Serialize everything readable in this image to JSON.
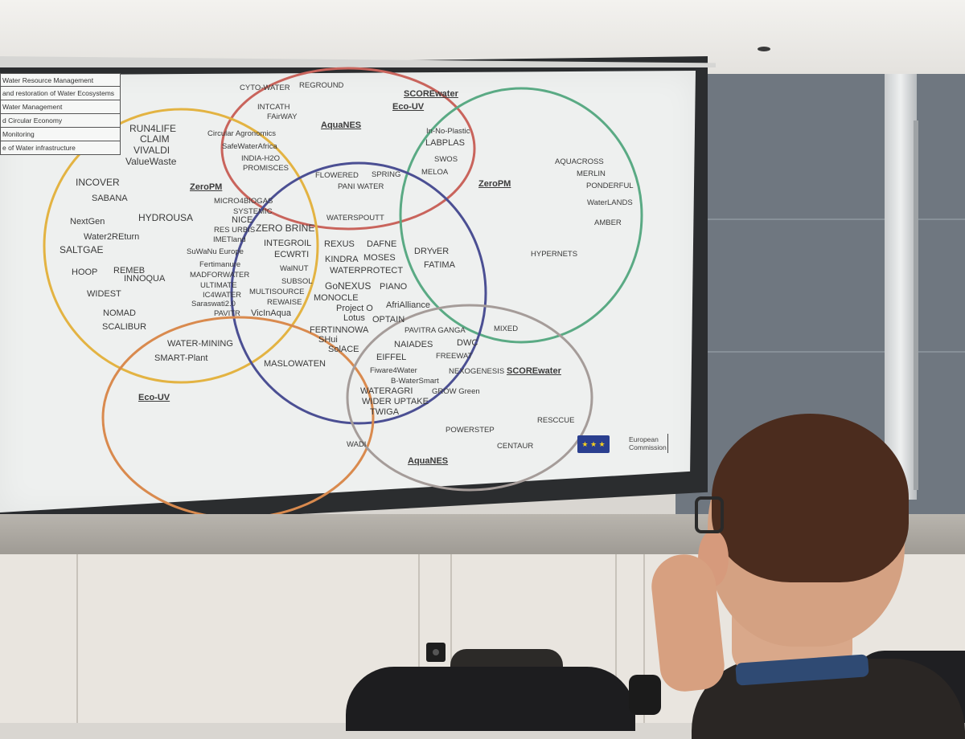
{
  "legend": [
    "Water Resource Management",
    "and restoration of Water Ecosystems",
    "Water Management",
    "d Circular Economy",
    "Monitoring",
    "e of Water infrastructure"
  ],
  "colors": {
    "red_circle": "#c9645c",
    "yellow_circle": "#e3b342",
    "green_circle": "#5aaa84",
    "blue_circle": "#4b4f93",
    "orange_circle": "#d98a4e",
    "grey_circle": "#a59c99"
  },
  "projects": [
    "CYTO-WATER",
    "REGROUND",
    "SCOREwater",
    "INTCATH",
    "FAirWAY",
    "Eco-UV",
    "AquaNES",
    "RUN4LIFE",
    "CLAIM",
    "VIVALDI",
    "ValueWaste",
    "Circular Agronomics",
    "SafeWaterAfrica",
    "INDIA-H2O",
    "PROMISCES",
    "In-No-Plastic",
    "LABPLAS",
    "SWOS",
    "MELOA",
    "ZeroPM",
    "INCOVER",
    "SABANA",
    "ZeroPM",
    "FLOWERED",
    "SPRING",
    "PANI WATER",
    "MICRO4BIOGAS",
    "SYSTEMIC",
    "NICE",
    "AQUACROSS",
    "MERLIN",
    "PONDERFUL",
    "WaterLANDS",
    "AMBER",
    "NextGen",
    "HYDROUSA",
    "WATERSPOUTT",
    "RES URBIS",
    "ZERO BRINE",
    "IMETland",
    "Water2REturn",
    "INTEGROIL",
    "REXUS",
    "DAFNE",
    "SALTGAE",
    "SuWaNu Europe",
    "ECWRTI",
    "KINDRA",
    "MOSES",
    "DRYvER",
    "FATIMA",
    "HYPERNETS",
    "Fertimanure",
    "WalNUT",
    "WATERPROTECT",
    "HOOP",
    "REMEB",
    "MADFORWATER",
    "SUBSOL",
    "INNOQUA",
    "ULTIMATE",
    "GoNEXUS",
    "PIANO",
    "IC4WATER",
    "MULTISOURCE",
    "WIDEST",
    "MONOCLE",
    "Saraswati2.0",
    "REWAISE",
    "Project O",
    "AfriAlliance",
    "NOMAD",
    "PAVITR",
    "VicInAqua",
    "Lotus",
    "OPTAIN",
    "SCALIBUR",
    "FERTINNOWA",
    "PAVITRA GANGA",
    "MIXED",
    "SHui",
    "WATER-MINING",
    "NAIADES",
    "SolACE",
    "DWC",
    "SMART-Plant",
    "EIFFEL",
    "FREEWAT",
    "MASLOWATEN",
    "Fiware4Water",
    "NEXOGENESIS",
    "SCOREwater",
    "B-WaterSmart",
    "WATERAGRI",
    "GROW Green",
    "Eco-UV",
    "WIDER UPTAKE",
    "TWIGA",
    "RESCCUE",
    "POWERSTEP",
    "CENTAUR",
    "WADI",
    "AquaNES"
  ],
  "eu": {
    "line1": "European",
    "line2": "Commission",
    "stars": "★ ★ ★"
  }
}
